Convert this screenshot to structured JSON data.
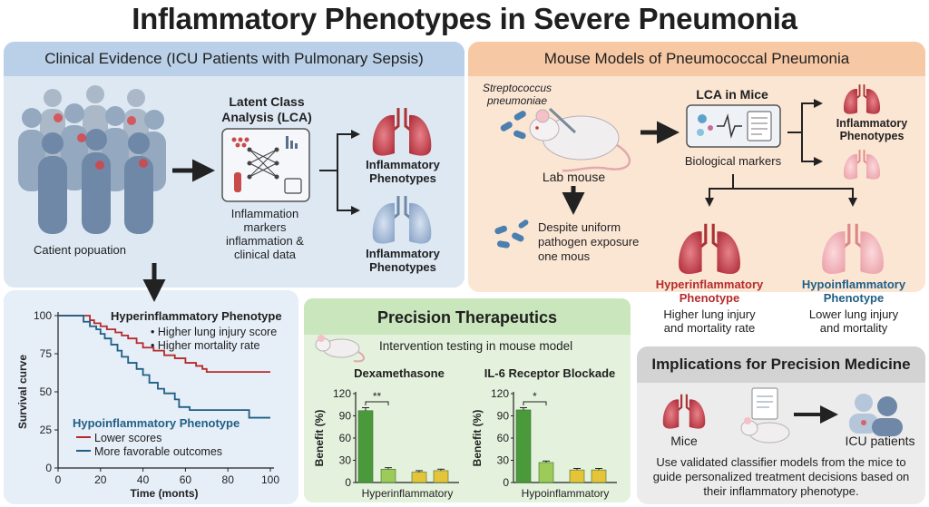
{
  "title": "Inflammatory Phenotypes in Severe Pneumonia",
  "clinical": {
    "heading": "Clinical Evidence (ICU Patients with Pulmonary Sepsis)",
    "population_label": "Catient popuation",
    "lca_title": "Latent Class Analysis (LCA)",
    "lca_caption": "Inflammation markers inflammation & clinical data",
    "phenotype_a": "Inflammatory Phenotypes",
    "phenotype_b": "Inflammatory Phenotypes"
  },
  "mouse": {
    "heading": "Mouse Models of Pneumococcal Pneumonia",
    "pathogen_label": "Streptococcus pneumoniae",
    "mouse_label": "Lab mouse",
    "lca_title": "LCA in Mice",
    "markers_label": "Biological markers",
    "phenotypes_label": "Inflammatory Phenotypes",
    "exposure_note": "Despite uniform pathogen exposure one mous",
    "hyper_title": "Hyperinflammatory Phenotype",
    "hyper_desc": "Higher lung injury and mortality rate",
    "hypo_title": "Hypoinflammatory Phenotype",
    "hypo_desc": "Lower lung injury and mortality"
  },
  "survival": {
    "hyper_title": "Hyperinflammatory Phenotype",
    "hyper_bullets": [
      "Higher lung injury score",
      "Higher mortality rate"
    ],
    "hypo_title": "Hypoinflammatory Phenotype",
    "legend": [
      "Lower scores",
      "More favorable outcomes"
    ]
  },
  "precision": {
    "heading": "Precision Therapeutics",
    "intervention": "Intervention testing in mouse model",
    "left_title": "Dexamethasone",
    "right_title": "IL-6 Receptor Blockade",
    "left_sig": "**",
    "right_sig": "*",
    "left_group": "Hyperinflammatory",
    "right_group": "Hypoinflammatory"
  },
  "implications": {
    "heading": "Implications for Precision Medicine",
    "mice_label": "Mice",
    "icu_label": "ICU patients",
    "body": "Use validated classifier models from the mice to guide personalized treatment decisions based on their inflammatory phenotype."
  },
  "colors": {
    "hyper": "#b52b2b",
    "hypo": "#1f5f86",
    "bar_dark": "#4a9a3c",
    "bar_light": "#9ccb5a",
    "bar_yellow": "#e6c43a"
  },
  "chart_data": [
    {
      "type": "line",
      "xlabel": "Time (monts)",
      "ylabel": "Survival curve",
      "xlim": [
        0,
        100
      ],
      "ylim": [
        0,
        100
      ],
      "x_ticks": [
        0,
        20,
        40,
        60,
        80,
        100
      ],
      "y_ticks": [
        0,
        25,
        50,
        75,
        100
      ],
      "series": [
        {
          "name": "Hyperinflammatory Phenotype",
          "x": [
            0,
            12,
            15,
            17,
            20,
            23,
            27,
            30,
            33,
            37,
            40,
            45,
            50,
            55,
            60,
            65,
            68,
            70,
            75,
            80,
            85,
            90,
            95,
            100
          ],
          "y": [
            100,
            100,
            97,
            95,
            93,
            91,
            89,
            87,
            85,
            82,
            79,
            77,
            74,
            72,
            69,
            67,
            65,
            63,
            63,
            63,
            63,
            63,
            63,
            63
          ]
        },
        {
          "name": "Hypoinflammatory Phenotype",
          "x": [
            0,
            10,
            12,
            15,
            18,
            20,
            22,
            25,
            28,
            30,
            33,
            37,
            40,
            43,
            47,
            50,
            55,
            57,
            62,
            70,
            80,
            88,
            90,
            100
          ],
          "y": [
            100,
            100,
            96,
            93,
            91,
            88,
            85,
            81,
            77,
            73,
            69,
            65,
            61,
            56,
            52,
            49,
            45,
            40,
            38,
            38,
            38,
            38,
            33,
            33
          ]
        }
      ]
    },
    {
      "type": "bar",
      "title": "Dexamethasone",
      "ylabel": "Benefit (%)",
      "ylim": [
        0,
        120
      ],
      "y_ticks": [
        0,
        30,
        60,
        90,
        120
      ],
      "values": [
        97,
        18,
        14,
        16
      ],
      "errors": [
        4,
        2,
        2,
        2
      ],
      "colors": [
        "#4a9a3c",
        "#9ccb5a",
        "#e6c43a",
        "#e6c43a"
      ],
      "xlabel": "Hyperinflammatory"
    },
    {
      "type": "bar",
      "title": "IL-6 Receptor Blockade",
      "ylabel": "Benefit (%)",
      "ylim": [
        0,
        120
      ],
      "y_ticks": [
        0,
        30,
        60,
        90,
        120
      ],
      "values": [
        98,
        27,
        17,
        17
      ],
      "errors": [
        3,
        2,
        2,
        2
      ],
      "colors": [
        "#4a9a3c",
        "#9ccb5a",
        "#e6c43a",
        "#e6c43a"
      ],
      "xlabel": "Hypoinflammatory"
    }
  ]
}
